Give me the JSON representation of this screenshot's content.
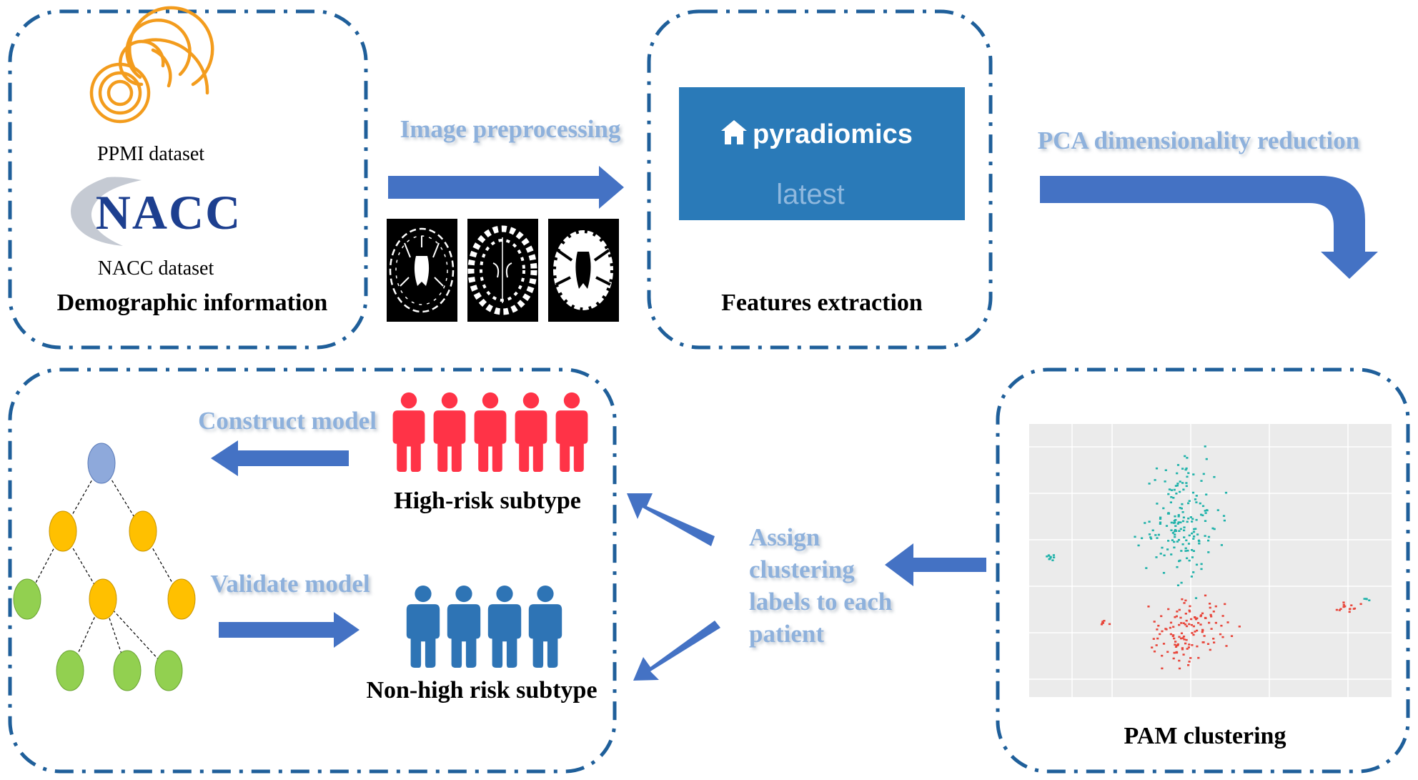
{
  "panels": {
    "demographic": {
      "title": "Demographic information",
      "ppmi_label": "PPMI dataset",
      "nacc_logo_text": "NACC",
      "nacc_label": "NACC dataset"
    },
    "features": {
      "title": "Features extraction",
      "banner_title": "pyradiomics",
      "banner_subtitle": "latest"
    },
    "model": {
      "high_risk_label": "High-risk subtype",
      "non_high_risk_label": "Non-high risk subtype"
    },
    "clustering": {
      "title": "PAM clustering"
    }
  },
  "steps": {
    "image_preprocessing": "Image preprocessing",
    "pca": "PCA dimensionality reduction",
    "construct_model": "Construct model",
    "validate_model": "Validate model",
    "assign_lines": [
      "Assign",
      "clustering",
      "labels to each",
      "patient"
    ]
  },
  "icons": {
    "ppmi_logo": "ppmi-logo-icon",
    "house": "house-icon",
    "person": "person-icon",
    "decision_tree": "decision-tree-icon"
  },
  "counts": {
    "high_risk_people": 5,
    "non_high_risk_people": 4
  },
  "colors": {
    "panel_border": "#1f5f9a",
    "arrow": "#4472c4",
    "step_text": "#8eb1dc",
    "banner": "#2a7ab8",
    "banner_subtitle": "#8fb8de",
    "high_risk": "#ff3347",
    "non_high_risk": "#2e74b5",
    "tree_root": "#8ea9db",
    "tree_mid": "#ffc000",
    "tree_leaf": "#92d050",
    "cluster_a": "#20b2aa",
    "cluster_b": "#e8463b",
    "ppmi_logo": "#f39c1d",
    "plot_bg": "#ebebeb"
  }
}
